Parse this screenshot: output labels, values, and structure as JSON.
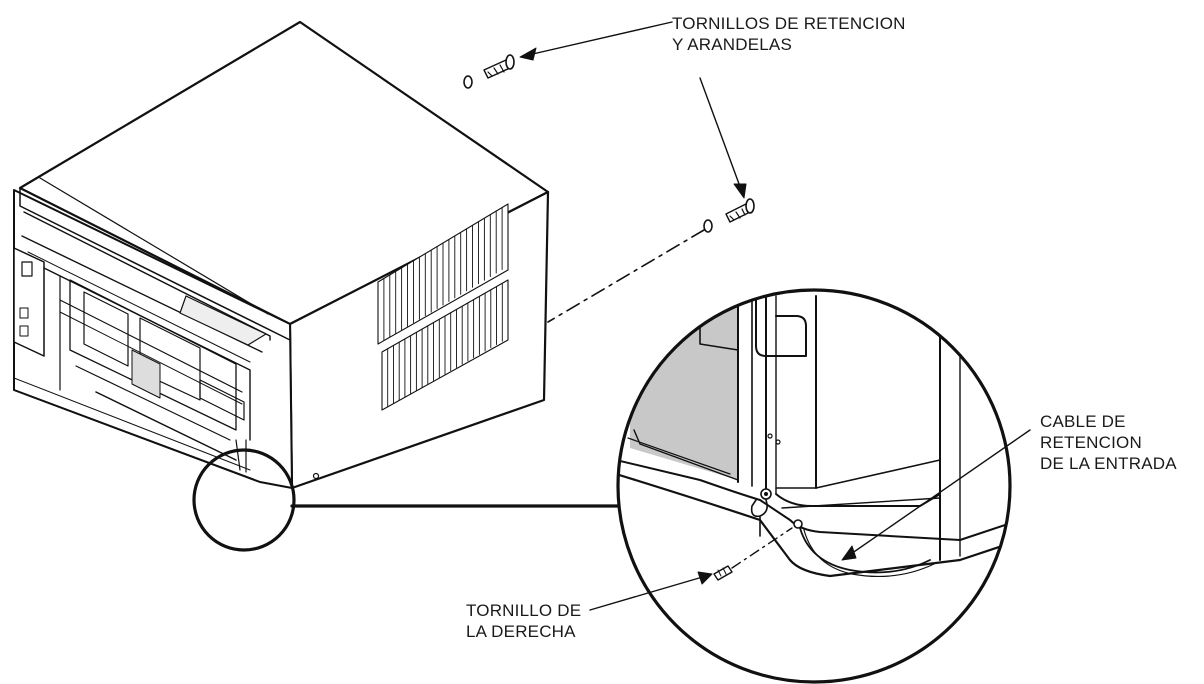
{
  "diagram": {
    "labels": {
      "retention_screws": {
        "line1": "TORNILLOS DE RETENCION",
        "line2": "Y ARANDELAS"
      },
      "entry_retention_cable": {
        "line1": "CABLE DE",
        "line2": "RETENCION",
        "line3": "DE LA ENTRADA"
      },
      "right_screw": {
        "line1": "TORNILLO DE",
        "line2": "LA DERECHA"
      }
    },
    "colors": {
      "line": "#111111",
      "fill": "#ffffff",
      "shade": "#c8c8c8"
    }
  }
}
